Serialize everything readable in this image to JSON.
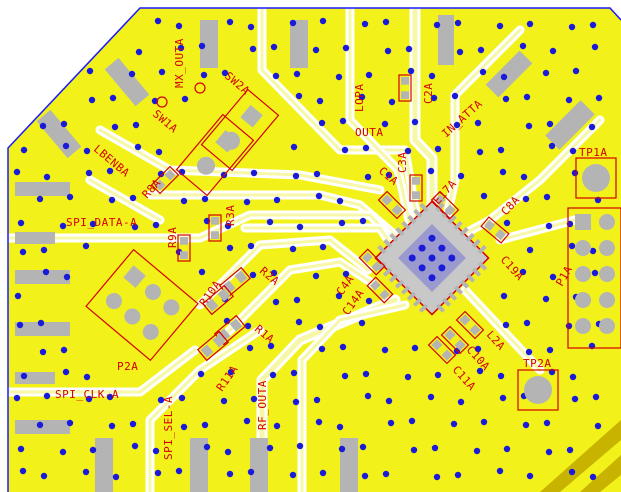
{
  "board": {
    "colors": {
      "background": "#ffffff",
      "copper": "#f2f21a",
      "trace": "#f7f7a8",
      "gap": "#ffffff",
      "pad": "#b4b4b4",
      "via": "#1a1adb",
      "silkscreen": "#d40000",
      "outline": "#1a1aff",
      "stripe": "#c8b400"
    }
  },
  "labels": {
    "mx_outa": "MX_OUTA",
    "sw2a": "SW2A",
    "lopa": "LOPA",
    "c2a": "C2A",
    "in_atta": "IN_ATTA",
    "sw1a": "SW1A",
    "lbenba": "LBENBA",
    "outa": "OUTA",
    "tp1a": "TP1A",
    "c3a": "C3A",
    "c1a": "C1A",
    "r8a": "R8A",
    "e17a": "E17A",
    "c8a": "C8A",
    "spi_data": "SPI_DATA-A",
    "r3a": "R3A",
    "r9a": "R9A",
    "c19a": "C19A",
    "p1a": "P1A",
    "r2a": "R2A",
    "c4a": "C4A",
    "c14a": "C14A",
    "r10a": "R10A",
    "p2a": "P2A",
    "r1a": "R1A",
    "l2a": "L2A",
    "c10a": "C10A",
    "tp2a": "TP2A",
    "r11a": "R11A",
    "c11a": "C11A",
    "spi_clk": "SPI_CLK-A",
    "spi_sel": "SPI_SEL-A",
    "rf_outa": "RF_OUTA"
  }
}
